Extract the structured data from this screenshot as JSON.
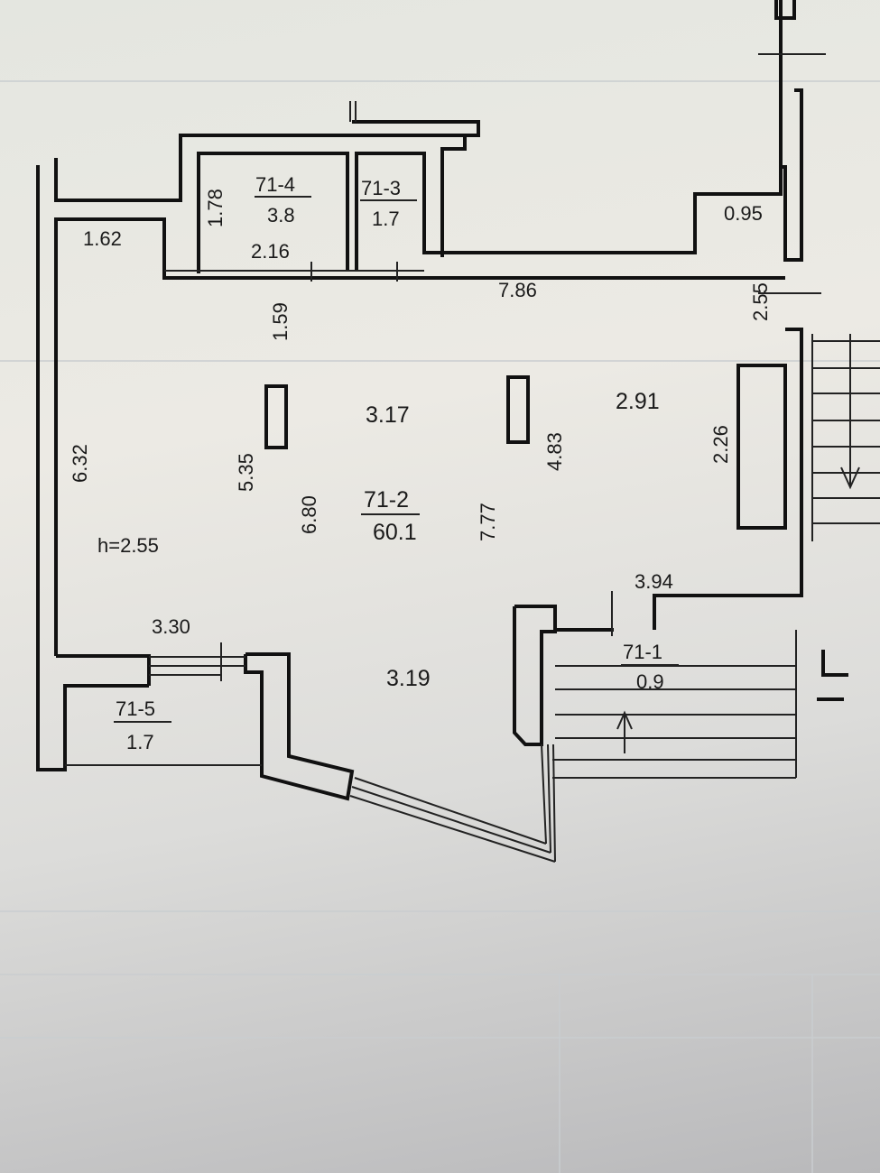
{
  "rooms": [
    {
      "id": "71-4",
      "area": "3.8"
    },
    {
      "id": "71-3",
      "area": "1.7"
    },
    {
      "id": "71-2",
      "area": "60.1"
    },
    {
      "id": "71-1",
      "area": "0.9"
    },
    {
      "id": "71-5",
      "area": "1.7"
    }
  ],
  "dimensions": {
    "d162": "1.62",
    "d178": "1.78",
    "d216": "2.16",
    "d159": "1.59",
    "d786": "7.86",
    "d095": "0.95",
    "d255": "2.55",
    "d632": "6.32",
    "d535": "5.35",
    "d680": "6.80",
    "d317": "3.17",
    "d777": "7.77",
    "d483": "4.83",
    "d291": "2.91",
    "d226": "2.26",
    "d394": "3.94",
    "d330": "3.30",
    "d319": "3.19"
  },
  "height_label": "h=2.55"
}
